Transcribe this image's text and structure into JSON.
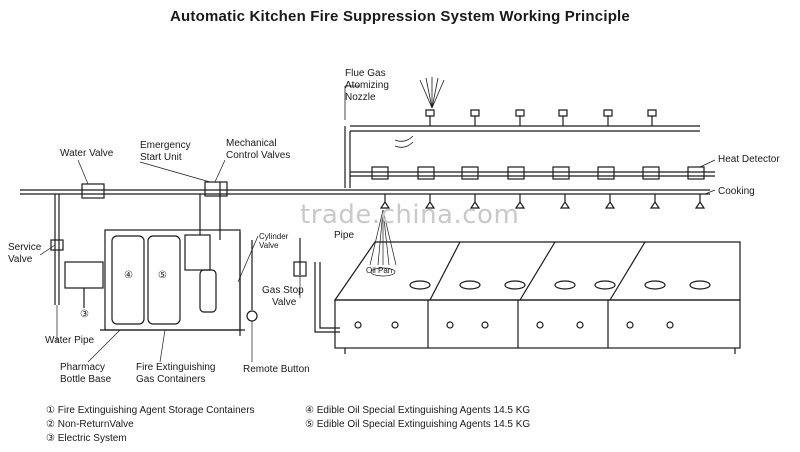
{
  "title": "Automatic Kitchen Fire Suppression System Working Principle",
  "labels": {
    "flue_gas": "Flue Gas",
    "atomizing": "Atomizing",
    "nozzle": "Nozzle",
    "water_valve": "Water Valve",
    "emergency": "Emergency",
    "start_unit": "Start Unit",
    "mechanical": "Mechanical",
    "control_valves": "Control Valves",
    "heat_detector": "Heat Detector",
    "cooking": "Cooking",
    "service": "Service",
    "valve": "Valve",
    "cylinder": "Cylinder",
    "cylinder_valve": "Valve",
    "pipe": "Pipe",
    "oil_pan": "Oil Pan",
    "gas_stop": "Gas Stop",
    "gas_stop_valve": "Valve",
    "water_pipe": "Water Pipe",
    "pharmacy": "Pharmacy",
    "bottle_base": "Bottle Base",
    "fire_ext": "Fire Extinguishing",
    "gas_containers": "Gas Containers",
    "remote_button": "Remote Button",
    "num3": "③",
    "num4": "④",
    "num5": "⑤"
  },
  "legend": {
    "item1": "① Fire Extinguishing Agent Storage Containers",
    "item2": "② Non-ReturnValve",
    "item3": "③ Electric System",
    "item4": "④ Edible Oil Special Extinguishing Agents  14.5 KG",
    "item5": "⑤ Edible Oil Special Extinguishing Agents  14.5 KG"
  },
  "watermark": "trade.china.com"
}
